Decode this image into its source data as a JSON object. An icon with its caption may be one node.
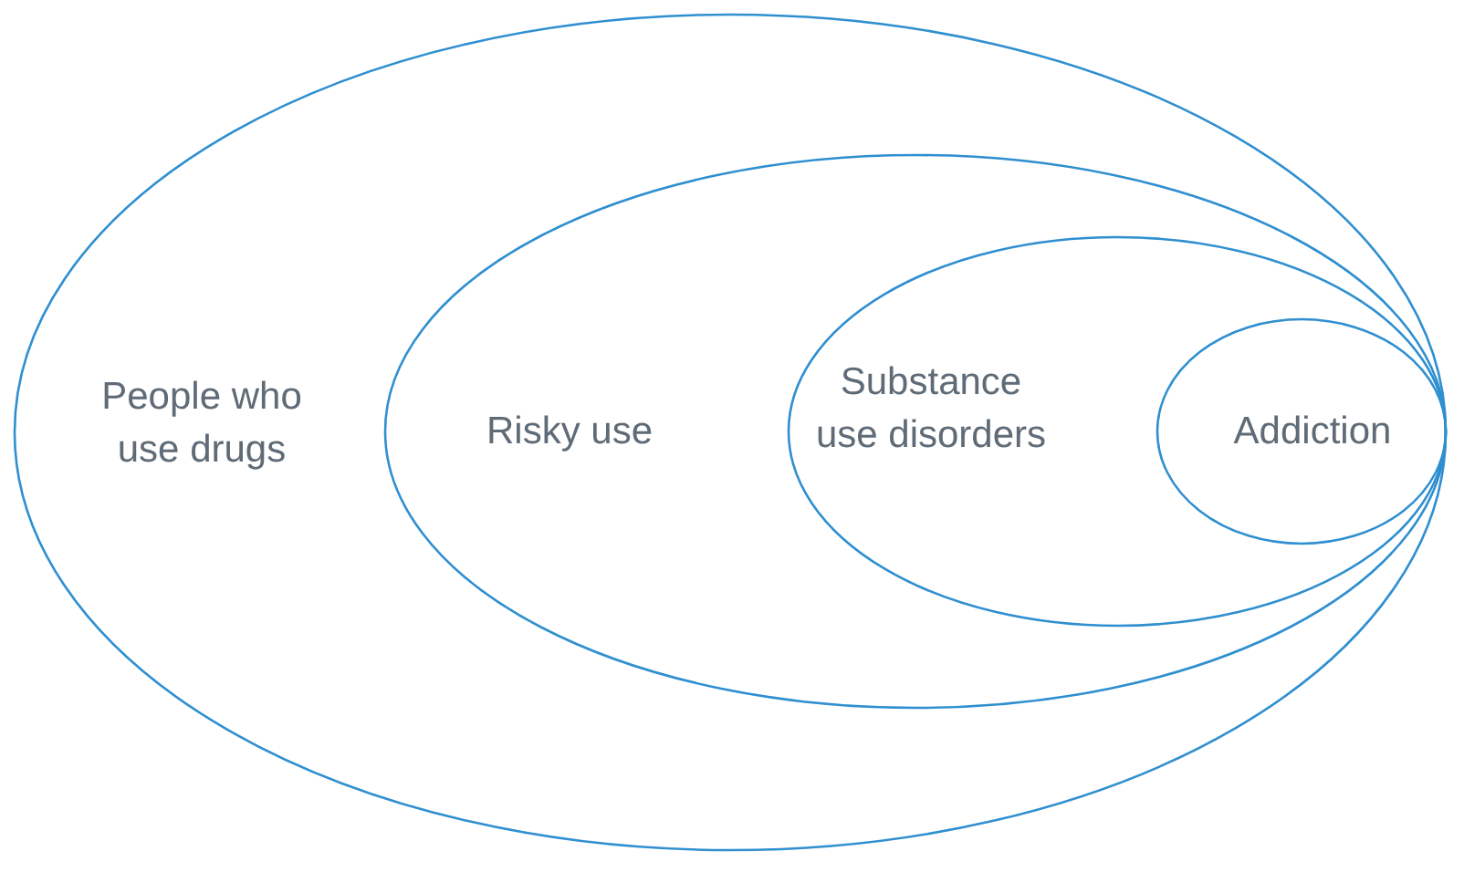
{
  "diagram": {
    "nodes": [
      {
        "text": [
          "People who use drugs"
        ]
      },
      {
        "text": [
          "Risky use"
        ],
        "in": 0
      },
      {
        "text": [
          "Substance use disorders"
        ],
        "in": 1
      },
      {
        "text": [
          "Addiction"
        ],
        "in": 2
      }
    ]
  }
}
